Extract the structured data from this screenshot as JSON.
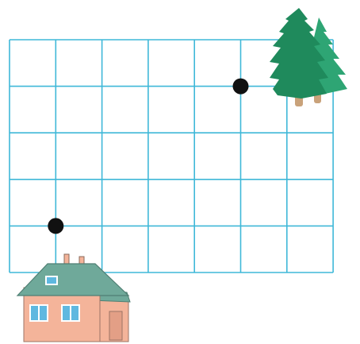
{
  "grid": {
    "columns": 7,
    "rows": 5,
    "line_color": "#3fb8d8"
  },
  "points": [
    {
      "id": "near-tree",
      "col": 5,
      "row": 1
    },
    {
      "id": "near-house",
      "col": 1,
      "row": 4
    }
  ],
  "colors": {
    "point": "#111111",
    "tree_dark": "#1f8a5c",
    "tree_light": "#2ea574",
    "trunk": "#c9a27a",
    "house_wall": "#f4b49a",
    "house_roof": "#6fa99a",
    "window": "#5fb8e0",
    "window_frame": "#ffffff"
  },
  "icons": {
    "tree": "tree-icon",
    "house": "house-icon"
  }
}
